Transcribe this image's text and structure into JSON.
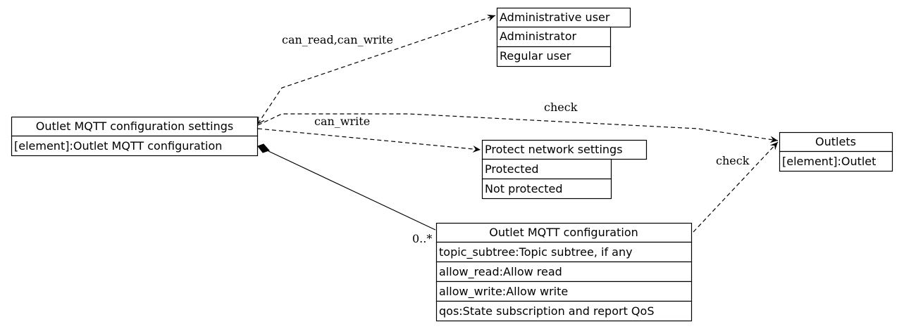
{
  "diagram": {
    "classes": {
      "admin_user": {
        "title": "Administrative user",
        "rows": [
          "Administrator",
          "Regular user"
        ]
      },
      "outlet_mqtt_settings": {
        "title": "Outlet MQTT configuration settings",
        "rows": [
          "[element]:Outlet MQTT configuration"
        ]
      },
      "protect_network": {
        "title": "Protect network settings",
        "rows": [
          "Protected",
          "Not protected"
        ]
      },
      "outlets": {
        "title": "Outlets",
        "rows": [
          "[element]:Outlet"
        ]
      },
      "outlet_mqtt_config": {
        "title": "Outlet MQTT configuration",
        "rows": [
          "topic_subtree:Topic subtree, if any",
          "allow_read:Allow read",
          "allow_write:Allow write",
          "qos:State subscription and report QoS"
        ]
      }
    },
    "edges": {
      "settings_to_admin": "can_read,can_write",
      "settings_to_outlets": "check",
      "settings_to_protect": "can_write",
      "config_to_outlets": "check",
      "composition_multiplicity": "0..*"
    }
  }
}
